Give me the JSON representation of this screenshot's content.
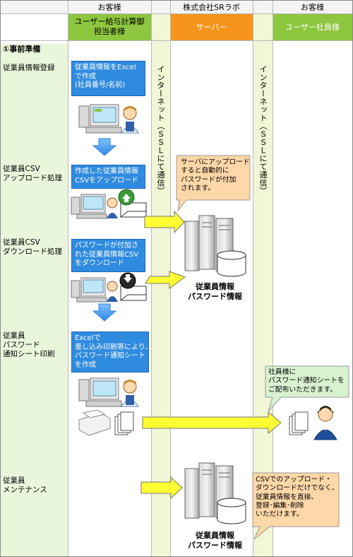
{
  "columns": {
    "col1_top": "お客様",
    "col1_bottom": "ユーザー給与計算御\n担当者様",
    "col2_top": "株式会社SRラボ",
    "col2_bottom": "サーバー",
    "col3_top": "お客様",
    "col3_bottom": "ユーザー社員様"
  },
  "section_title": "①事前準備",
  "internet_label": "インターネット（ＳＳＬにて通信）",
  "steps": [
    {
      "label": "従業員情報登録",
      "box": "従業員情報をExcel\nで作成\n(社員番号/名前)"
    },
    {
      "label": "従業員CSV\nアップロード処理",
      "box": "作成した従業員情報\nCSVをアップロード"
    },
    {
      "label": "従業員CSV\nダウンロード処理",
      "box": "パスワードが付加さ\nれた従業員情報CSV\nをダウンロード"
    },
    {
      "label": "従業員\nパスワード\n通知シート印刷",
      "box": "Excelで\n差し込み印刷等により、\nパスワード通知シート\nを作成"
    },
    {
      "label": "従業員\nメンテナンス",
      "box": ""
    }
  ],
  "balloons": {
    "server_upload": "サーバにアップロード\nすると自動的に\nパスワードが付加\nされます。",
    "employee_notice": "社員様に\nパスワード通知シートを\nご配布いただきます。",
    "maintenance": "CSVでのアップロード・\nダウンロードだけでなく、\n従業員情報を直接、\n登録･編集･削除\nいただけます。"
  },
  "server_caption": "従業員情報\nパスワード情報",
  "colors": {
    "header_top_bg": "#f2f2f2",
    "col1_header": "#8dc63f",
    "col2_header": "#f7941d",
    "col3_header": "#8dc63f",
    "left_panel": "#e9f5dc",
    "step_box": "#2f8be0",
    "arrow_yellow": "#ffff33",
    "arrow_blue": "#4da6ff",
    "internet_lane": "#f0f5d5",
    "balloon_orange": "#ffd7a8",
    "balloon_green": "#d8f2d0"
  }
}
